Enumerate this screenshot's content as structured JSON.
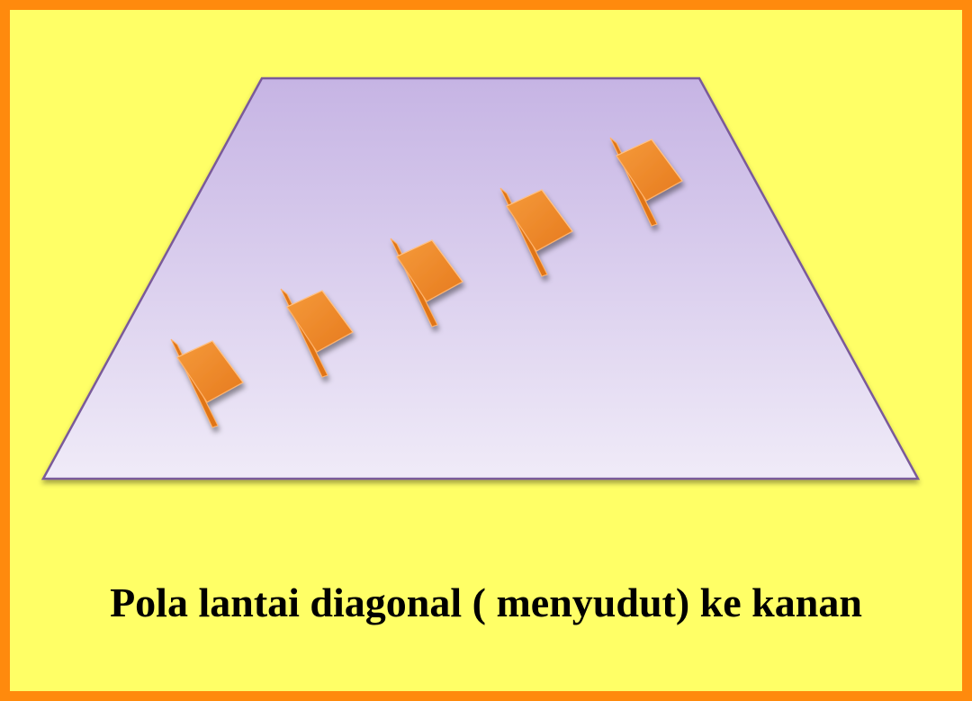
{
  "slide": {
    "caption": "Pola lantai diagonal ( menyudut) ke kanan",
    "colors": {
      "border": "#ff8a0d",
      "background": "#ffff66",
      "floor_top": "#c6b4e4",
      "floor_bottom": "#f0ebf8",
      "floor_edge": "#7a5a9a",
      "dancer_face": "#f08a2a",
      "dancer_edge": "#ffb36b"
    },
    "floor": {
      "shape": "trapezoid"
    },
    "dancers": {
      "count": 5,
      "icon": "dancer-marker-icon",
      "arrangement": "diagonal rising to the right"
    }
  }
}
